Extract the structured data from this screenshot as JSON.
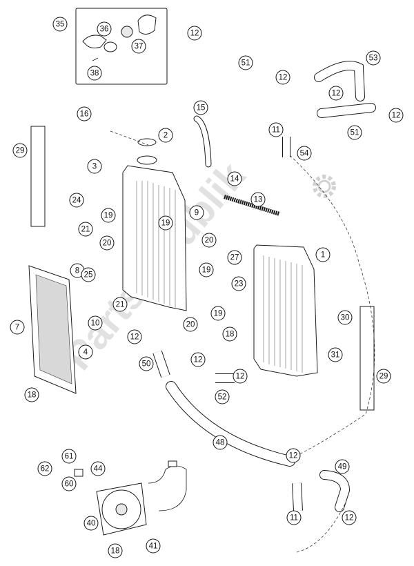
{
  "diagram": {
    "callouts": [
      {
        "id": "c1",
        "label": "1"
      },
      {
        "id": "c2",
        "label": "2"
      },
      {
        "id": "c3",
        "label": "3"
      },
      {
        "id": "c4",
        "label": "4"
      },
      {
        "id": "c7",
        "label": "7"
      },
      {
        "id": "c8",
        "label": "8"
      },
      {
        "id": "c9",
        "label": "9"
      },
      {
        "id": "c10",
        "label": "10"
      },
      {
        "id": "c11a",
        "label": "11"
      },
      {
        "id": "c11b",
        "label": "11"
      },
      {
        "id": "c12a",
        "label": "12"
      },
      {
        "id": "c12b",
        "label": "12"
      },
      {
        "id": "c12c",
        "label": "12"
      },
      {
        "id": "c12d",
        "label": "12"
      },
      {
        "id": "c12e",
        "label": "12"
      },
      {
        "id": "c12f",
        "label": "12"
      },
      {
        "id": "c12g",
        "label": "12"
      },
      {
        "id": "c12h",
        "label": "12"
      },
      {
        "id": "c12i",
        "label": "12"
      },
      {
        "id": "c13",
        "label": "13"
      },
      {
        "id": "c14",
        "label": "14"
      },
      {
        "id": "c15",
        "label": "15"
      },
      {
        "id": "c16",
        "label": "16"
      },
      {
        "id": "c18a",
        "label": "18"
      },
      {
        "id": "c18b",
        "label": "18"
      },
      {
        "id": "c18c",
        "label": "18"
      },
      {
        "id": "c19a",
        "label": "19"
      },
      {
        "id": "c19b",
        "label": "19"
      },
      {
        "id": "c19c",
        "label": "19"
      },
      {
        "id": "c19d",
        "label": "19"
      },
      {
        "id": "c20a",
        "label": "20"
      },
      {
        "id": "c20b",
        "label": "20"
      },
      {
        "id": "c20c",
        "label": "20"
      },
      {
        "id": "c21a",
        "label": "21"
      },
      {
        "id": "c21b",
        "label": "21"
      },
      {
        "id": "c23",
        "label": "23"
      },
      {
        "id": "c24",
        "label": "24"
      },
      {
        "id": "c25",
        "label": "25"
      },
      {
        "id": "c27",
        "label": "27"
      },
      {
        "id": "c29a",
        "label": "29"
      },
      {
        "id": "c29b",
        "label": "29"
      },
      {
        "id": "c30",
        "label": "30"
      },
      {
        "id": "c31",
        "label": "31"
      },
      {
        "id": "c35",
        "label": "35"
      },
      {
        "id": "c36",
        "label": "36"
      },
      {
        "id": "c37",
        "label": "37"
      },
      {
        "id": "c38",
        "label": "38"
      },
      {
        "id": "c40",
        "label": "40"
      },
      {
        "id": "c41",
        "label": "41"
      },
      {
        "id": "c44",
        "label": "44"
      },
      {
        "id": "c48",
        "label": "48"
      },
      {
        "id": "c49",
        "label": "49"
      },
      {
        "id": "c50",
        "label": "50"
      },
      {
        "id": "c51a",
        "label": "51"
      },
      {
        "id": "c51b",
        "label": "51"
      },
      {
        "id": "c52",
        "label": "52"
      },
      {
        "id": "c53",
        "label": "53"
      },
      {
        "id": "c54",
        "label": "54"
      },
      {
        "id": "c60",
        "label": "60"
      },
      {
        "id": "c61",
        "label": "61"
      },
      {
        "id": "c62",
        "label": "62"
      }
    ],
    "watermark": {
      "text": "Partsrepublik",
      "gear_icon": "gear-icon"
    }
  }
}
